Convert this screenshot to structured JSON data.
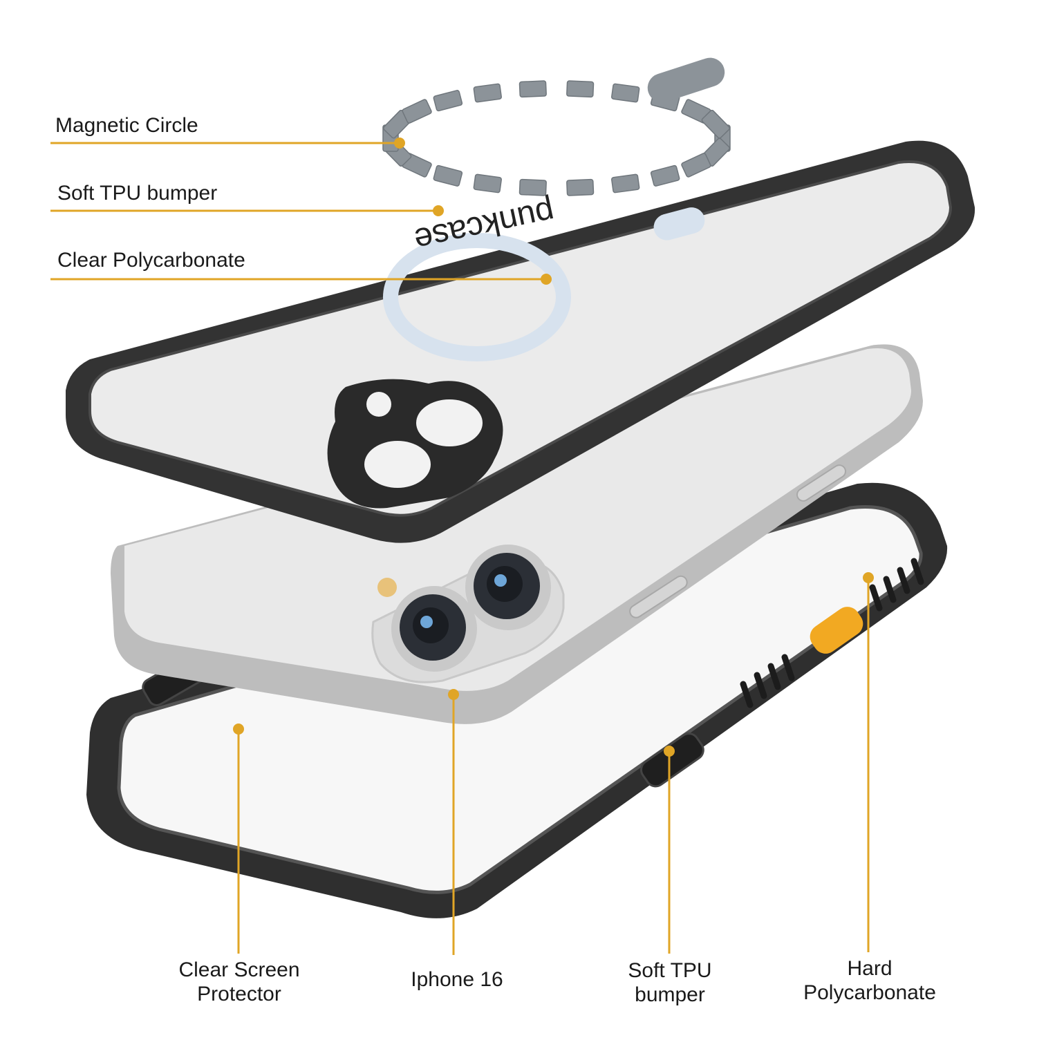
{
  "colors": {
    "callout": "#e0a526",
    "bumper": "#333333",
    "bumper_edge": "#1f1f1f",
    "magnet": "#8c9399",
    "magsafe_ring": "#d7e2ee",
    "phone_body": "#e6e6e6",
    "phone_frame": "#b9b9b9",
    "accent_button": "#f2a922",
    "text": "#1a1a1a"
  },
  "brand_text": "punkcase",
  "labels": {
    "magnetic_circle": "Magnetic Circle",
    "soft_tpu_bumper_top": "Soft TPU bumper",
    "clear_polycarbonate": "Clear Polycarbonate",
    "clear_screen_protector_line1": "Clear Screen",
    "clear_screen_protector_line2": "Protector",
    "iphone": "Iphone 16",
    "soft_tpu_bumper_bottom_line1": "Soft TPU",
    "soft_tpu_bumper_bottom_line2": "bumper",
    "hard_polycarbonate_line1": "Hard",
    "hard_polycarbonate_line2": "Polycarbonate"
  }
}
